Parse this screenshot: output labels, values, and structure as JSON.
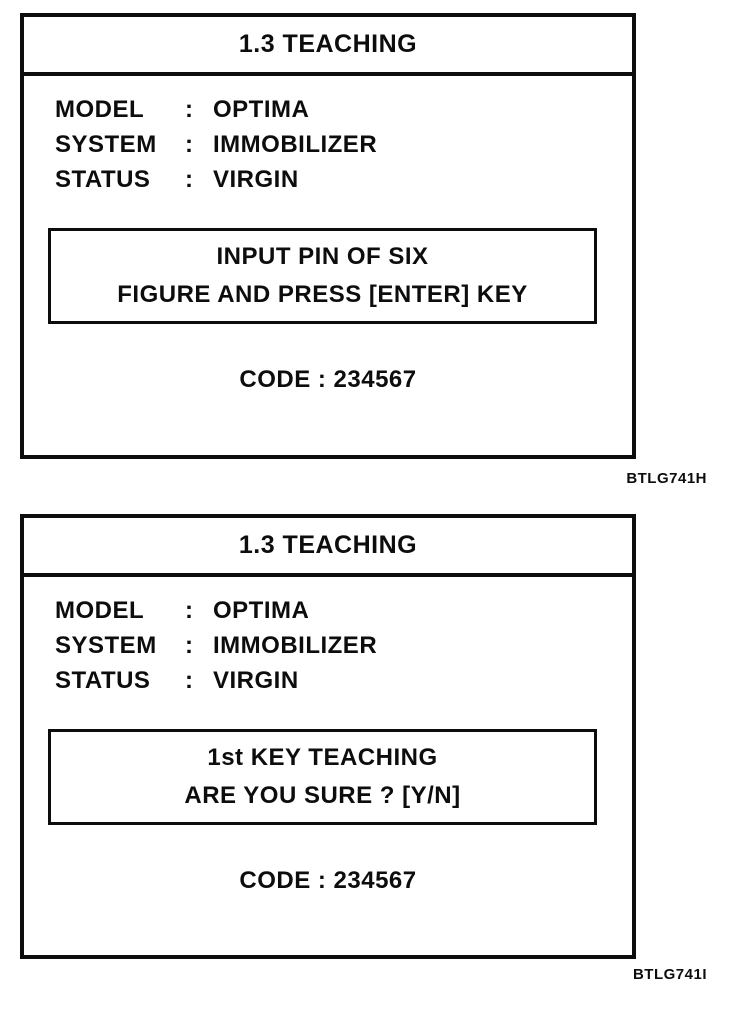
{
  "palette": {
    "ink": "#0d0d0d",
    "paper": "#ffffff"
  },
  "screens": [
    {
      "title": "1.3 TEACHING",
      "fields": [
        {
          "label": "MODEL",
          "sep": ":",
          "value": "OPTIMA"
        },
        {
          "label": "SYSTEM",
          "sep": ":",
          "value": "IMMOBILIZER"
        },
        {
          "label": "STATUS",
          "sep": ":",
          "value": "VIRGIN"
        }
      ],
      "message_lines": [
        "INPUT PIN OF SIX",
        "FIGURE AND PRESS [ENTER] KEY"
      ],
      "code": "CODE : 234567",
      "figure_ref": "BTLG741H"
    },
    {
      "title": "1.3 TEACHING",
      "fields": [
        {
          "label": "MODEL",
          "sep": ":",
          "value": "OPTIMA"
        },
        {
          "label": "SYSTEM",
          "sep": ":",
          "value": "IMMOBILIZER"
        },
        {
          "label": "STATUS",
          "sep": ":",
          "value": "VIRGIN"
        }
      ],
      "message_lines": [
        "1st KEY TEACHING",
        "ARE YOU SURE ? [Y/N]"
      ],
      "code": "CODE : 234567",
      "figure_ref": "BTLG741I"
    }
  ]
}
